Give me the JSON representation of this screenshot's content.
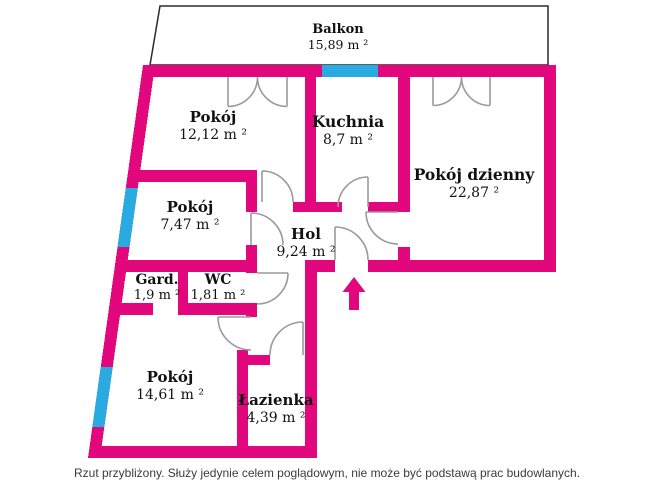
{
  "colors": {
    "wall": "#E2077C",
    "window": "#29ABE2",
    "door": "#9A9A9A",
    "outline": "#2B2B2B",
    "text": "#111111",
    "disclaimer": "#3B3B3B"
  },
  "rooms": [
    {
      "name": "Balkon",
      "area": "15,89 m ²"
    },
    {
      "name": "Pokój",
      "area": "12,12 m ²"
    },
    {
      "name": "Kuchnia",
      "area": "8,7 m ²"
    },
    {
      "name": "Pokój dzienny",
      "area": "22,87  ²"
    },
    {
      "name": "Pokój",
      "area": "7,47 m ²"
    },
    {
      "name": "Hol",
      "area": "9,24 m ²"
    },
    {
      "name": "Gard.",
      "area": "1,9 m ²"
    },
    {
      "name": "WC",
      "area": "1,81 m ²"
    },
    {
      "name": "Pokój",
      "area": "14,61 m ²"
    },
    {
      "name": "Łazienka",
      "area": "4,39 m ²"
    }
  ],
  "icons": {
    "entrance_arrow": "up-arrow-entrance"
  },
  "disclaimer": "Rzut przybliżony. Służy jedynie celem poglądowym, nie może być podstawą prac budowlanych."
}
